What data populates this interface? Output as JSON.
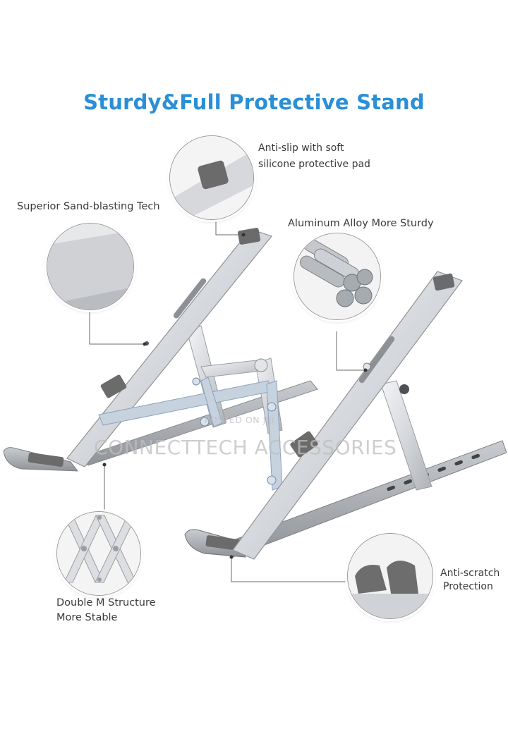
{
  "title": "Sturdy&Full Protective Stand",
  "features": {
    "silicone_pad": [
      "Anti-slip with soft",
      "silicone protective pad"
    ],
    "sand_blasting": [
      "Superior Sand-blasting Tech"
    ],
    "aluminum": [
      "Aluminum Alloy More Sturdy"
    ],
    "double_m": [
      "Double M Structure",
      "More Stable"
    ],
    "anti_scratch": [
      "Anti-scratch",
      "Protection"
    ]
  },
  "watermark": {
    "posted": "POSTED ON JIJI",
    "brand": "CONNECTTECH ACCESSORIES"
  },
  "colors": {
    "title": "#2a8fd6",
    "aluminum": "#d4d7db",
    "pad": "#6b6b6b"
  }
}
